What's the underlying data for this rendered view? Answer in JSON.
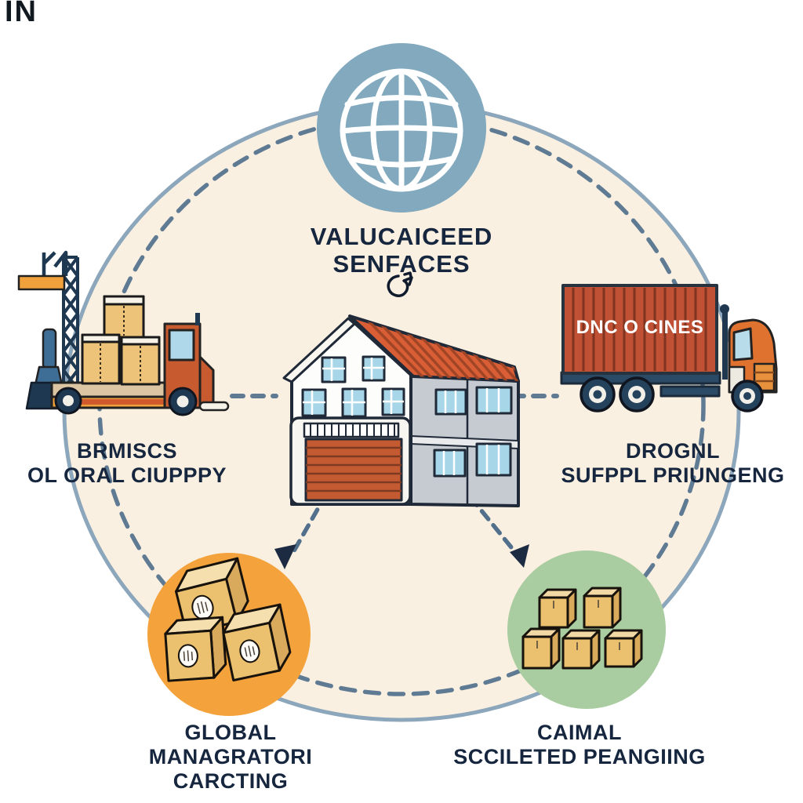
{
  "diagram": {
    "corner_mark": "IN",
    "title": {
      "line1": "VALUCAICEED",
      "line2": "SENFACES"
    },
    "truck": {
      "container_text": "DNC O CINES"
    },
    "nodes": {
      "left": {
        "line1": "BRMISCS",
        "line2": "OL ORAL CIUPPPY"
      },
      "right": {
        "line1": "DROGNL",
        "line2": "SUFPPL PRIUNGENG"
      },
      "bottom_left": {
        "line1": "GLOBAL",
        "line2": "MANAGRATORI CARCTING"
      },
      "bottom_right": {
        "line1": "CAIMAL",
        "line2": "SCCILETED PEANGIING"
      }
    },
    "icons": {
      "top": "globe-icon",
      "center": "warehouse-building-icon",
      "left": "forklift-crane-icon",
      "right": "container-truck-icon",
      "bottom_left": "stacked-boxes-icon",
      "bottom_right": "small-crates-icon",
      "under_title": "scribble-glyph-icon"
    },
    "colors": {
      "background": "#FFFFFF",
      "ring_fill": "#FAF0E1",
      "ring_solid": "#8CA6BB",
      "ring_dash": "#5F7A93",
      "globe_blue": "#82A9BE",
      "text_navy": "#16263E",
      "roof_red": "#D95E35",
      "container_red": "#C05134",
      "orange_circle": "#F4A23B",
      "green_circle": "#A9CCA1",
      "box_tan": "#EBC06F",
      "chassis_navy": "#2B4A66"
    }
  }
}
